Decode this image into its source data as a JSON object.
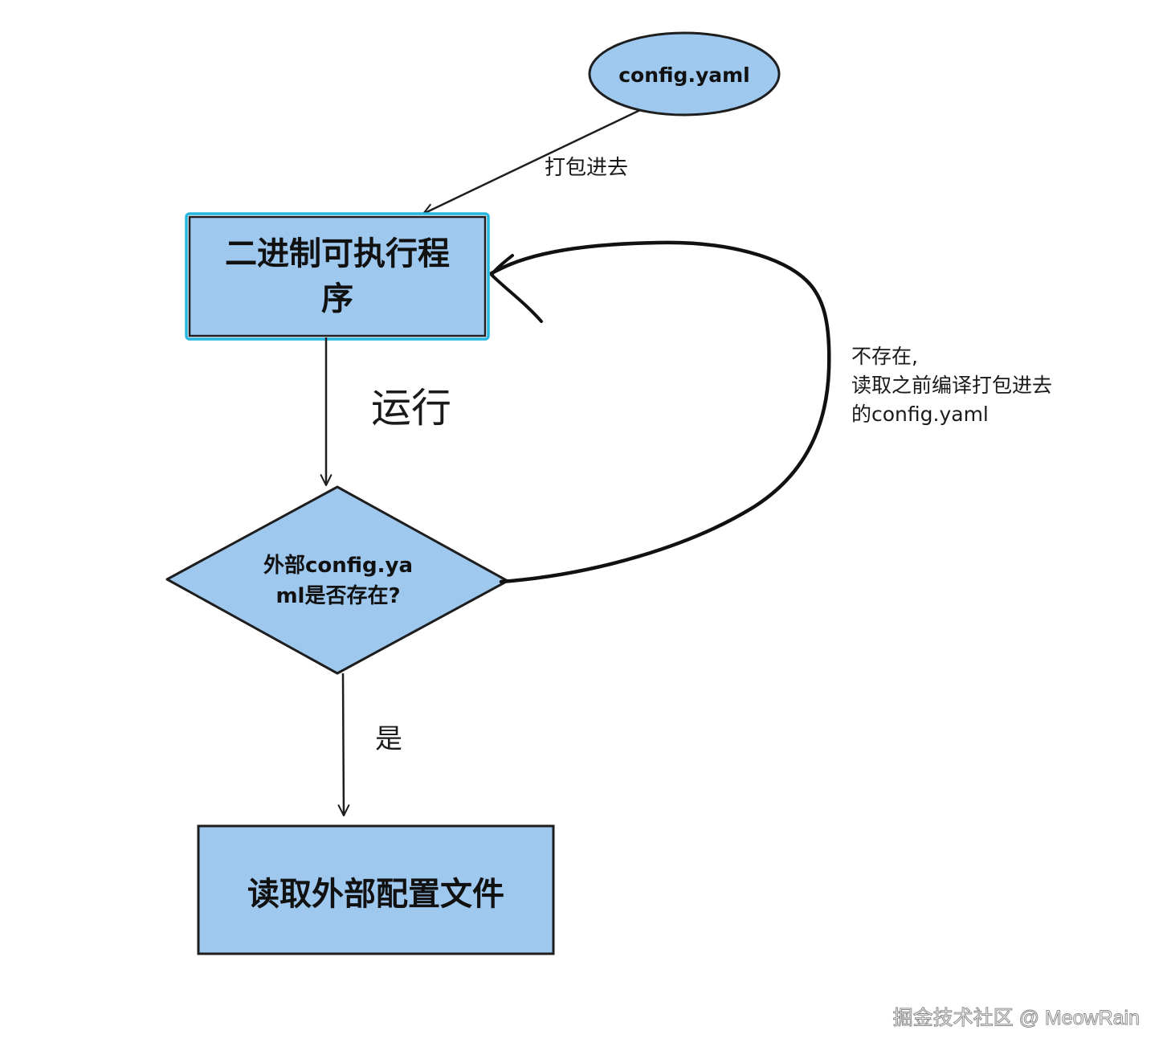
{
  "nodes": {
    "config_yaml": "config.yaml",
    "binary": "二进制可执行程序",
    "decision": "外部config.yaml是否存在?",
    "read_external": "读取外部配置文件"
  },
  "edges": {
    "pack_in": "打包进去",
    "run": "运行",
    "yes": "是",
    "not_exist": "不存在,\n读取之前编译打包进去\n的config.yaml"
  },
  "colors": {
    "fill": "#9ec8ee",
    "stroke": "#1e1e1e",
    "highlight": "#27b6e0"
  },
  "watermark": "掘金技术社区 @ MeowRain"
}
